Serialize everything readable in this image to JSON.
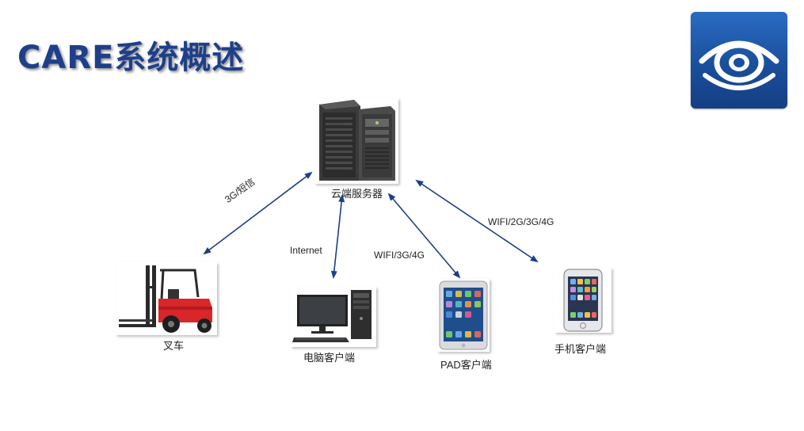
{
  "slide": {
    "title": "CARE系统概述"
  },
  "diagram": {
    "nodes": {
      "server": {
        "label": "云端服务器",
        "icon": "server-tower-icon"
      },
      "forklift": {
        "label": "叉车",
        "icon": "forklift-icon"
      },
      "pc": {
        "label": "电脑客户端",
        "icon": "desktop-computer-icon"
      },
      "pad": {
        "label": "PAD客户端",
        "icon": "tablet-icon"
      },
      "phone": {
        "label": "手机客户端",
        "icon": "smartphone-icon"
      }
    },
    "links": {
      "forklift": "3G/短信",
      "pc": "Internet",
      "pad": "WIFI/3G/4G",
      "phone": "WIFI/2G/3G/4G"
    }
  },
  "colors": {
    "title": "#1e3f8a",
    "arrow": "#1d3f86",
    "logo": "#1a4f9d",
    "forklift_body": "#d8262a"
  },
  "logo": {
    "icon": "eye-logo-icon"
  }
}
